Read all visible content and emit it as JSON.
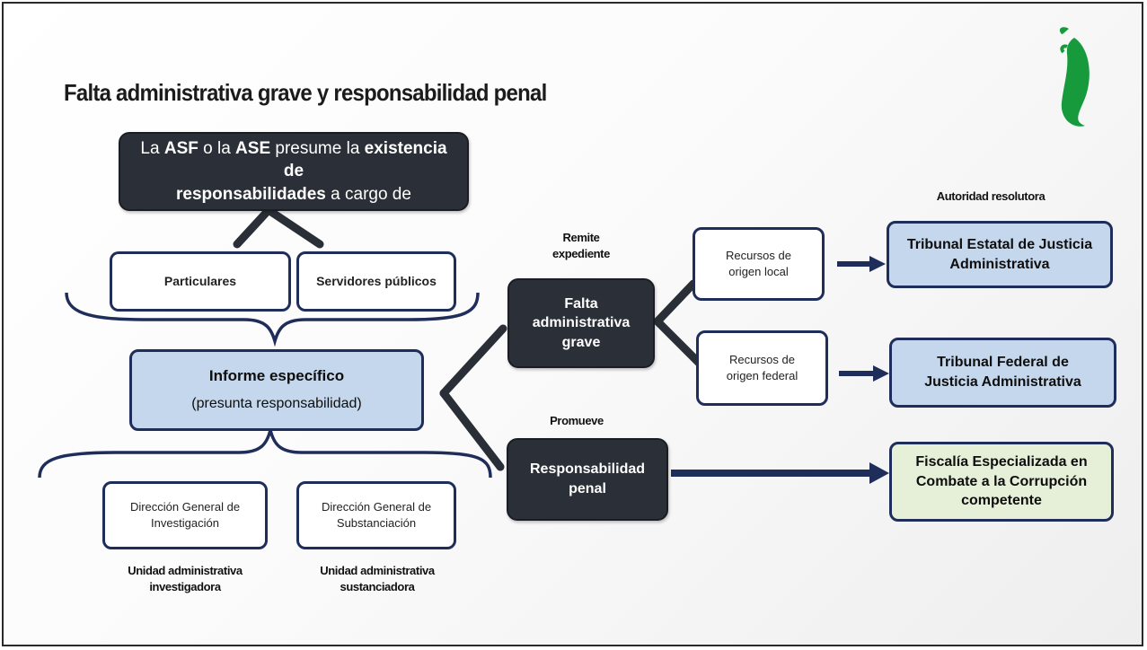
{
  "title": "Falta administrativa grave y responsabilidad penal",
  "logo_icon": "stylized-green-leaf-letter-logo",
  "colors": {
    "dark_box": "#2b3038",
    "navy_line": "#1f2d5a",
    "light_blue": "#c4d7ec",
    "light_green": "#e6efd8"
  },
  "top_box": {
    "part1": "La ",
    "asf": "ASF",
    "part2": " o la ",
    "ase": "ASE",
    "part3": " presume la ",
    "existencia": "existencia de",
    "responsabilidades": "responsabilidades",
    "part4": " a cargo de"
  },
  "particulares": "Particulares",
  "servidores": "Servidores públicos",
  "informe": {
    "title": "Informe específico",
    "sub": "(presunta responsabilidad)"
  },
  "direccion_investigacion": {
    "line1": "Dirección General de",
    "line2": "Investigación"
  },
  "direccion_substanciacion": {
    "line1": "Dirección General de",
    "line2": "Substanciación"
  },
  "unidad_investigadora": {
    "line1": "Unidad administrativa",
    "line2": "investigadora"
  },
  "unidad_sustanciadora": {
    "line1": "Unidad administrativa",
    "line2": "sustanciadora"
  },
  "remite": {
    "line1": "Remite",
    "line2": "expediente"
  },
  "promueve": "Promueve",
  "falta_grave": {
    "line1": "Falta",
    "line2": "administrativa",
    "line3": "grave"
  },
  "resp_penal": {
    "line1": "Responsabilidad",
    "line2": "penal"
  },
  "recursos_local": {
    "line1": "Recursos de",
    "line2": "origen local"
  },
  "recursos_federal": {
    "line1": "Recursos de",
    "line2": "origen federal"
  },
  "autoridad": "Autoridad resolutora",
  "tribunal_estatal": {
    "line1": "Tribunal Estatal de Justicia",
    "line2": "Administrativa"
  },
  "tribunal_federal": {
    "line1": "Tribunal Federal de",
    "line2": "Justicia Administrativa"
  },
  "fiscalia": {
    "line1": "Fiscalía Especializada en",
    "line2": "Combate a la Corrupción",
    "line3": "competente"
  }
}
